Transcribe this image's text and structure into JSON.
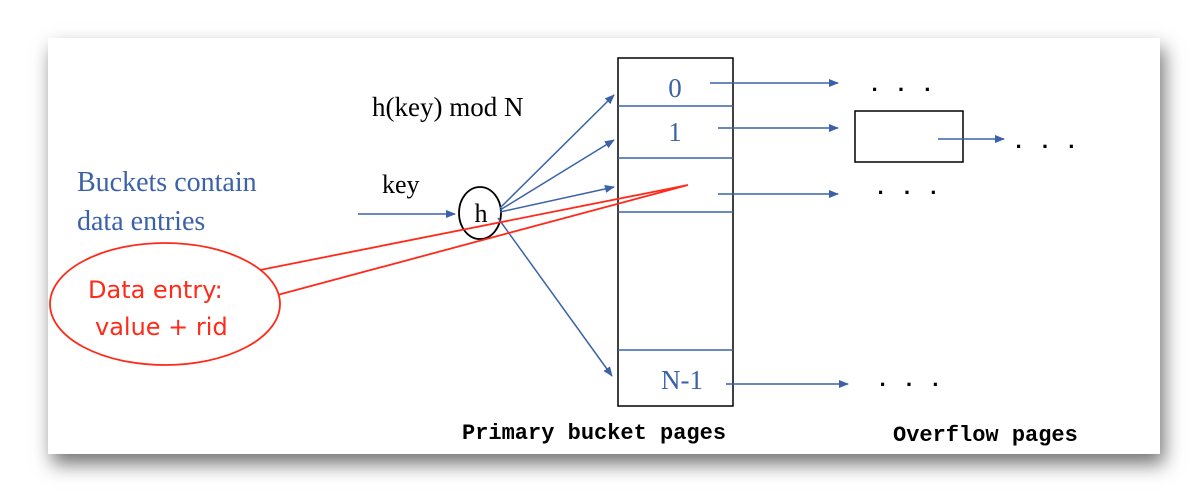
{
  "formula_label": "h(key) mod N",
  "key_label": "key",
  "hash_symbol": "h",
  "buckets_note_line1": "Buckets contain",
  "buckets_note_line2": "data entries",
  "callout_line1": "Data entry:",
  "callout_line2": "value + rid",
  "bucket_labels": [
    "0",
    "1",
    "",
    "N-1"
  ],
  "ellipsis": ". . .",
  "primary_caption": "Primary bucket pages",
  "overflow_caption": "Overflow pages",
  "colors": {
    "blue": "#3b62a8",
    "red": "#ff2a1a",
    "black": "#000000"
  }
}
